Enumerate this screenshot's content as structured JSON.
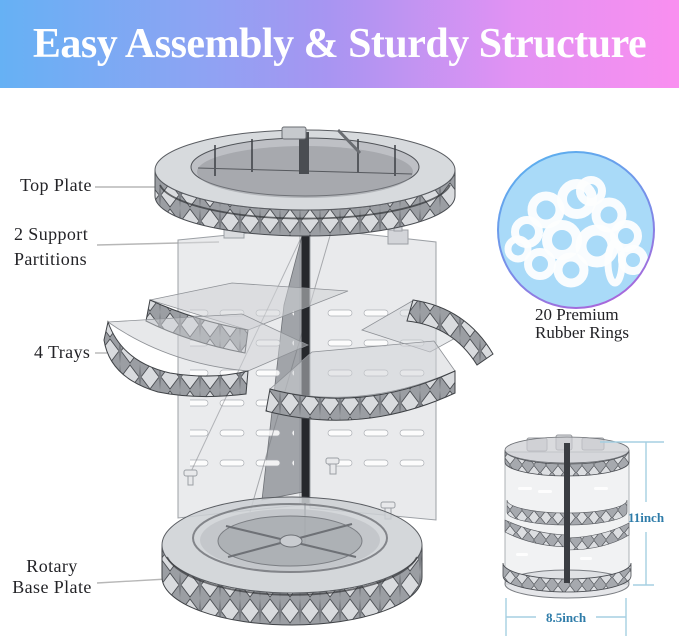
{
  "banner": {
    "title": "Easy Assembly & Sturdy Structure",
    "gradient_start": "#66b1f4",
    "gradient_mid": "#a795f2",
    "gradient_end": "#f98ff0"
  },
  "callouts": {
    "top_plate": "Top Plate",
    "support_partitions": "2 Support\nPartitions",
    "trays": "4 Trays",
    "base_plate": "Rotary\nBase Plate"
  },
  "rings": {
    "caption": "20 Premium\nRubber Rings"
  },
  "dimensions": {
    "height": "11inch",
    "width": "8.5inch"
  },
  "colors": {
    "label_text": "#232327",
    "callout_line": "#b7b7b7",
    "dimension_text": "#2e7ca9",
    "dimension_line": "#a5cfe2",
    "rings_circle_fill": "#a9daf8",
    "rings_border_blue": "#55b6f0",
    "rings_border_purple": "#b85ad6"
  }
}
